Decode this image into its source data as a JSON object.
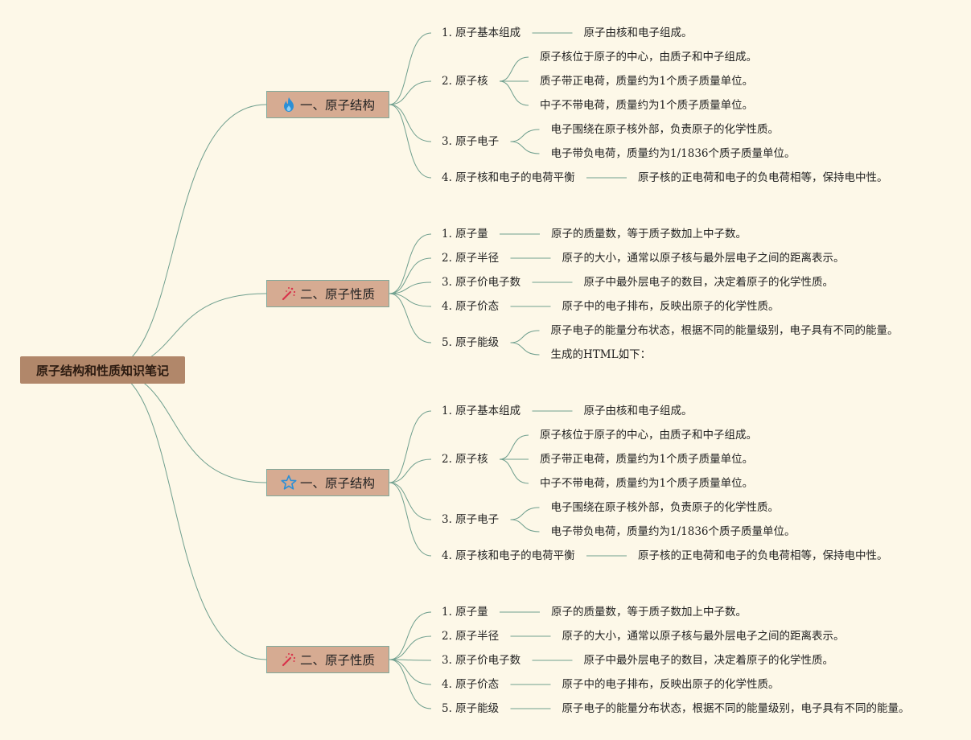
{
  "root": {
    "label": "原子结构和性质知识笔记"
  },
  "sections": [
    {
      "label": "一、原子结构",
      "icon": "fire-icon",
      "topics": [
        {
          "label": "1. 原子基本组成",
          "details": [
            "原子由核和电子组成。"
          ]
        },
        {
          "label": "2. 原子核",
          "details": [
            "原子核位于原子的中心，由质子和中子组成。",
            "质子带正电荷，质量约为1个质子质量单位。",
            "中子不带电荷，质量约为1个质子质量单位。"
          ]
        },
        {
          "label": "3. 原子电子",
          "details": [
            "电子围绕在原子核外部，负责原子的化学性质。",
            "电子带负电荷，质量约为1/1836个质子质量单位。"
          ]
        },
        {
          "label": "4. 原子核和电子的电荷平衡",
          "details": [
            "原子核的正电荷和电子的负电荷相等，保持电中性。"
          ]
        }
      ]
    },
    {
      "label": "二、原子性质",
      "icon": "magic-wand-icon",
      "topics": [
        {
          "label": "1. 原子量",
          "details": [
            "原子的质量数，等于质子数加上中子数。"
          ]
        },
        {
          "label": "2. 原子半径",
          "details": [
            "原子的大小，通常以原子核与最外层电子之间的距离表示。"
          ]
        },
        {
          "label": "3. 原子价电子数",
          "details": [
            "原子中最外层电子的数目，决定着原子的化学性质。"
          ]
        },
        {
          "label": "4. 原子价态",
          "details": [
            "原子中的电子排布，反映出原子的化学性质。"
          ]
        },
        {
          "label": "5. 原子能级",
          "details": [
            "原子电子的能量分布状态，根据不同的能量级别，电子具有不同的能量。",
            "生成的HTML如下："
          ]
        }
      ]
    },
    {
      "label": "一、原子结构",
      "icon": "star-icon",
      "topics": [
        {
          "label": "1. 原子基本组成",
          "details": [
            "原子由核和电子组成。"
          ]
        },
        {
          "label": "2. 原子核",
          "details": [
            "原子核位于原子的中心，由质子和中子组成。",
            "质子带正电荷，质量约为1个质子质量单位。",
            "中子不带电荷，质量约为1个质子质量单位。"
          ]
        },
        {
          "label": "3. 原子电子",
          "details": [
            "电子围绕在原子核外部，负责原子的化学性质。",
            "电子带负电荷，质量约为1/1836个质子质量单位。"
          ]
        },
        {
          "label": "4. 原子核和电子的电荷平衡",
          "details": [
            "原子核的正电荷和电子的负电荷相等，保持电中性。"
          ]
        }
      ]
    },
    {
      "label": "二、原子性质",
      "icon": "magic-wand-icon",
      "topics": [
        {
          "label": "1. 原子量",
          "details": [
            "原子的质量数，等于质子数加上中子数。"
          ]
        },
        {
          "label": "2. 原子半径",
          "details": [
            "原子的大小，通常以原子核与最外层电子之间的距离表示。"
          ]
        },
        {
          "label": "3. 原子价电子数",
          "details": [
            "原子中最外层电子的数目，决定着原子的化学性质。"
          ]
        },
        {
          "label": "4. 原子价态",
          "details": [
            "原子中的电子排布，反映出原子的化学性质。"
          ]
        },
        {
          "label": "5. 原子能级",
          "details": [
            "原子电子的能量分布状态，根据不同的能量级别，电子具有不同的能量。"
          ]
        }
      ]
    }
  ],
  "colors": {
    "background": "#fdf8e8",
    "root": "#b1876a",
    "section": "#d6ab92",
    "link": "#6f9f8e"
  }
}
